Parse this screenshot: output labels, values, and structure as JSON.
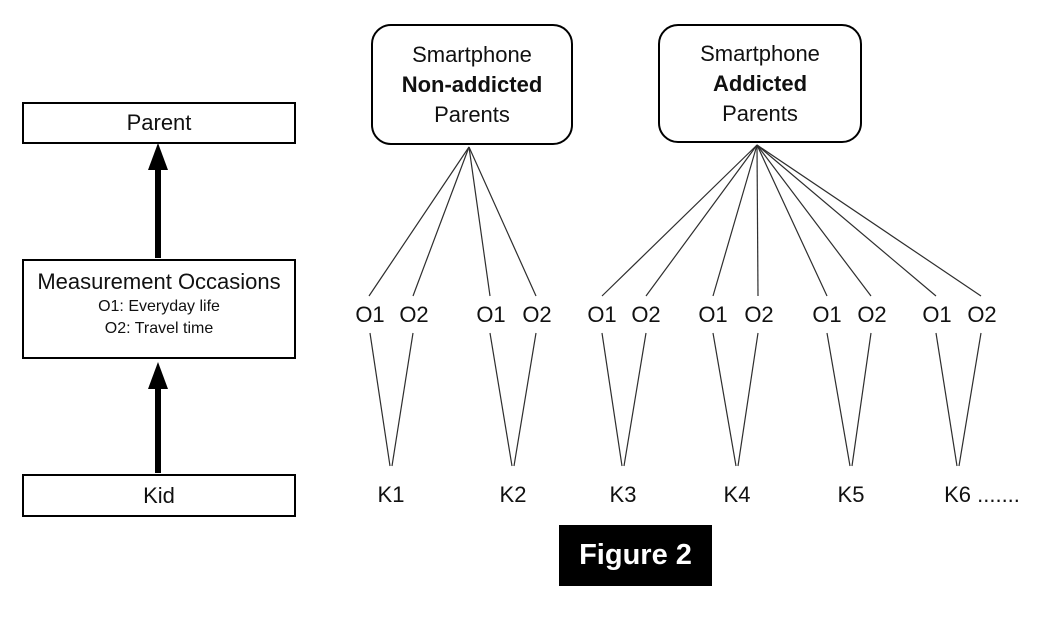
{
  "figure": {
    "caption": "Figure 2"
  },
  "hierarchy": {
    "parent_label": "Parent",
    "measurement": {
      "title": "Measurement Occasions",
      "occasion1": "O1: Everyday life",
      "occasion2": "O2: Travel time"
    },
    "kid_label": "Kid"
  },
  "trees": [
    {
      "line1": "Smartphone",
      "line2": "Non-addicted",
      "line3": "Parents",
      "occasions": [
        "O1",
        "O2",
        "O1",
        "O2"
      ],
      "kids": [
        "K1",
        "K2"
      ]
    },
    {
      "line1": "Smartphone",
      "line2": "Addicted",
      "line3": "Parents",
      "occasions": [
        "O1",
        "O2",
        "O1",
        "O2",
        "O1",
        "O2",
        "O1",
        "O2"
      ],
      "kids": [
        "K3",
        "K4",
        "K5",
        "K6 ......."
      ]
    }
  ],
  "colors": {
    "ink": "#000000",
    "connector_line": "#2e2e2e",
    "caption_background": "#000000",
    "caption_text": "#ffffff",
    "background": "#ffffff"
  }
}
